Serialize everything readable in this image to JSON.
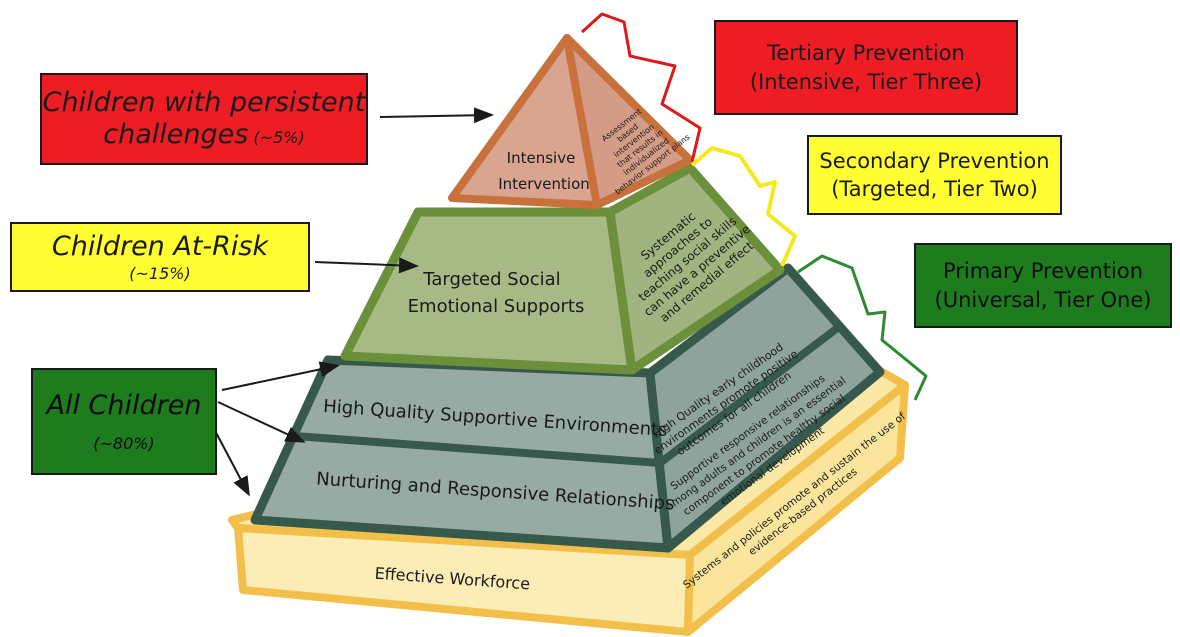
{
  "tiers": [
    {
      "title": "Tertiary Prevention",
      "subtitle": "(Intensive, Tier Three)",
      "color": "#ee1c25"
    },
    {
      "title": "Secondary Prevention",
      "subtitle": "(Targeted, Tier Two)",
      "color": "#ffff33"
    },
    {
      "title": "Primary Prevention",
      "subtitle": "(Universal, Tier One)",
      "color": "#1e7b1e"
    }
  ],
  "groups": {
    "persistent": {
      "line1": "Children with persistent",
      "line2": "challenges",
      "pct": "(~5%)"
    },
    "at_risk": {
      "label": "Children At-Risk",
      "pct": "(~15%)"
    },
    "all": {
      "label": "All Children",
      "pct": "(~80%)"
    }
  },
  "pyramid": {
    "top": {
      "line1": "Intensive",
      "line2": "Intervention",
      "side": [
        "Assessment",
        "based",
        "intervention",
        "that results in",
        "individualized",
        "behavior support plans"
      ]
    },
    "middle": {
      "line1": "Targeted Social",
      "line2": "Emotional Supports",
      "side": [
        "Systematic",
        "approaches to",
        "teaching social skills",
        "can have a preventive",
        "and remedial effect"
      ]
    },
    "lower_a": "High Quality Supportive Environments",
    "lower_b": "Nurturing and Responsive Relationships",
    "lower_side_a": [
      "High Quality early childhood",
      "environments promote positive",
      "outcomes for all children"
    ],
    "lower_side_b": [
      "Supportive responsive relationships",
      "among adults and children is an essential",
      "component to promote healthy social",
      "emotional development"
    ],
    "base_front": "Effective Workforce",
    "base_side": [
      "Systems and policies promote and sustain the use of",
      "evidence-based practices"
    ]
  },
  "colors": {
    "top_fill": "#d9a590",
    "top_border": "#c8713d",
    "mid_fill": "#a7ba86",
    "mid_border": "#6b8f3a",
    "low_fill": "#97aaa4",
    "low_border": "#37594c",
    "base_fill": "#fbe8a6",
    "base_border": "#f2c04a"
  }
}
